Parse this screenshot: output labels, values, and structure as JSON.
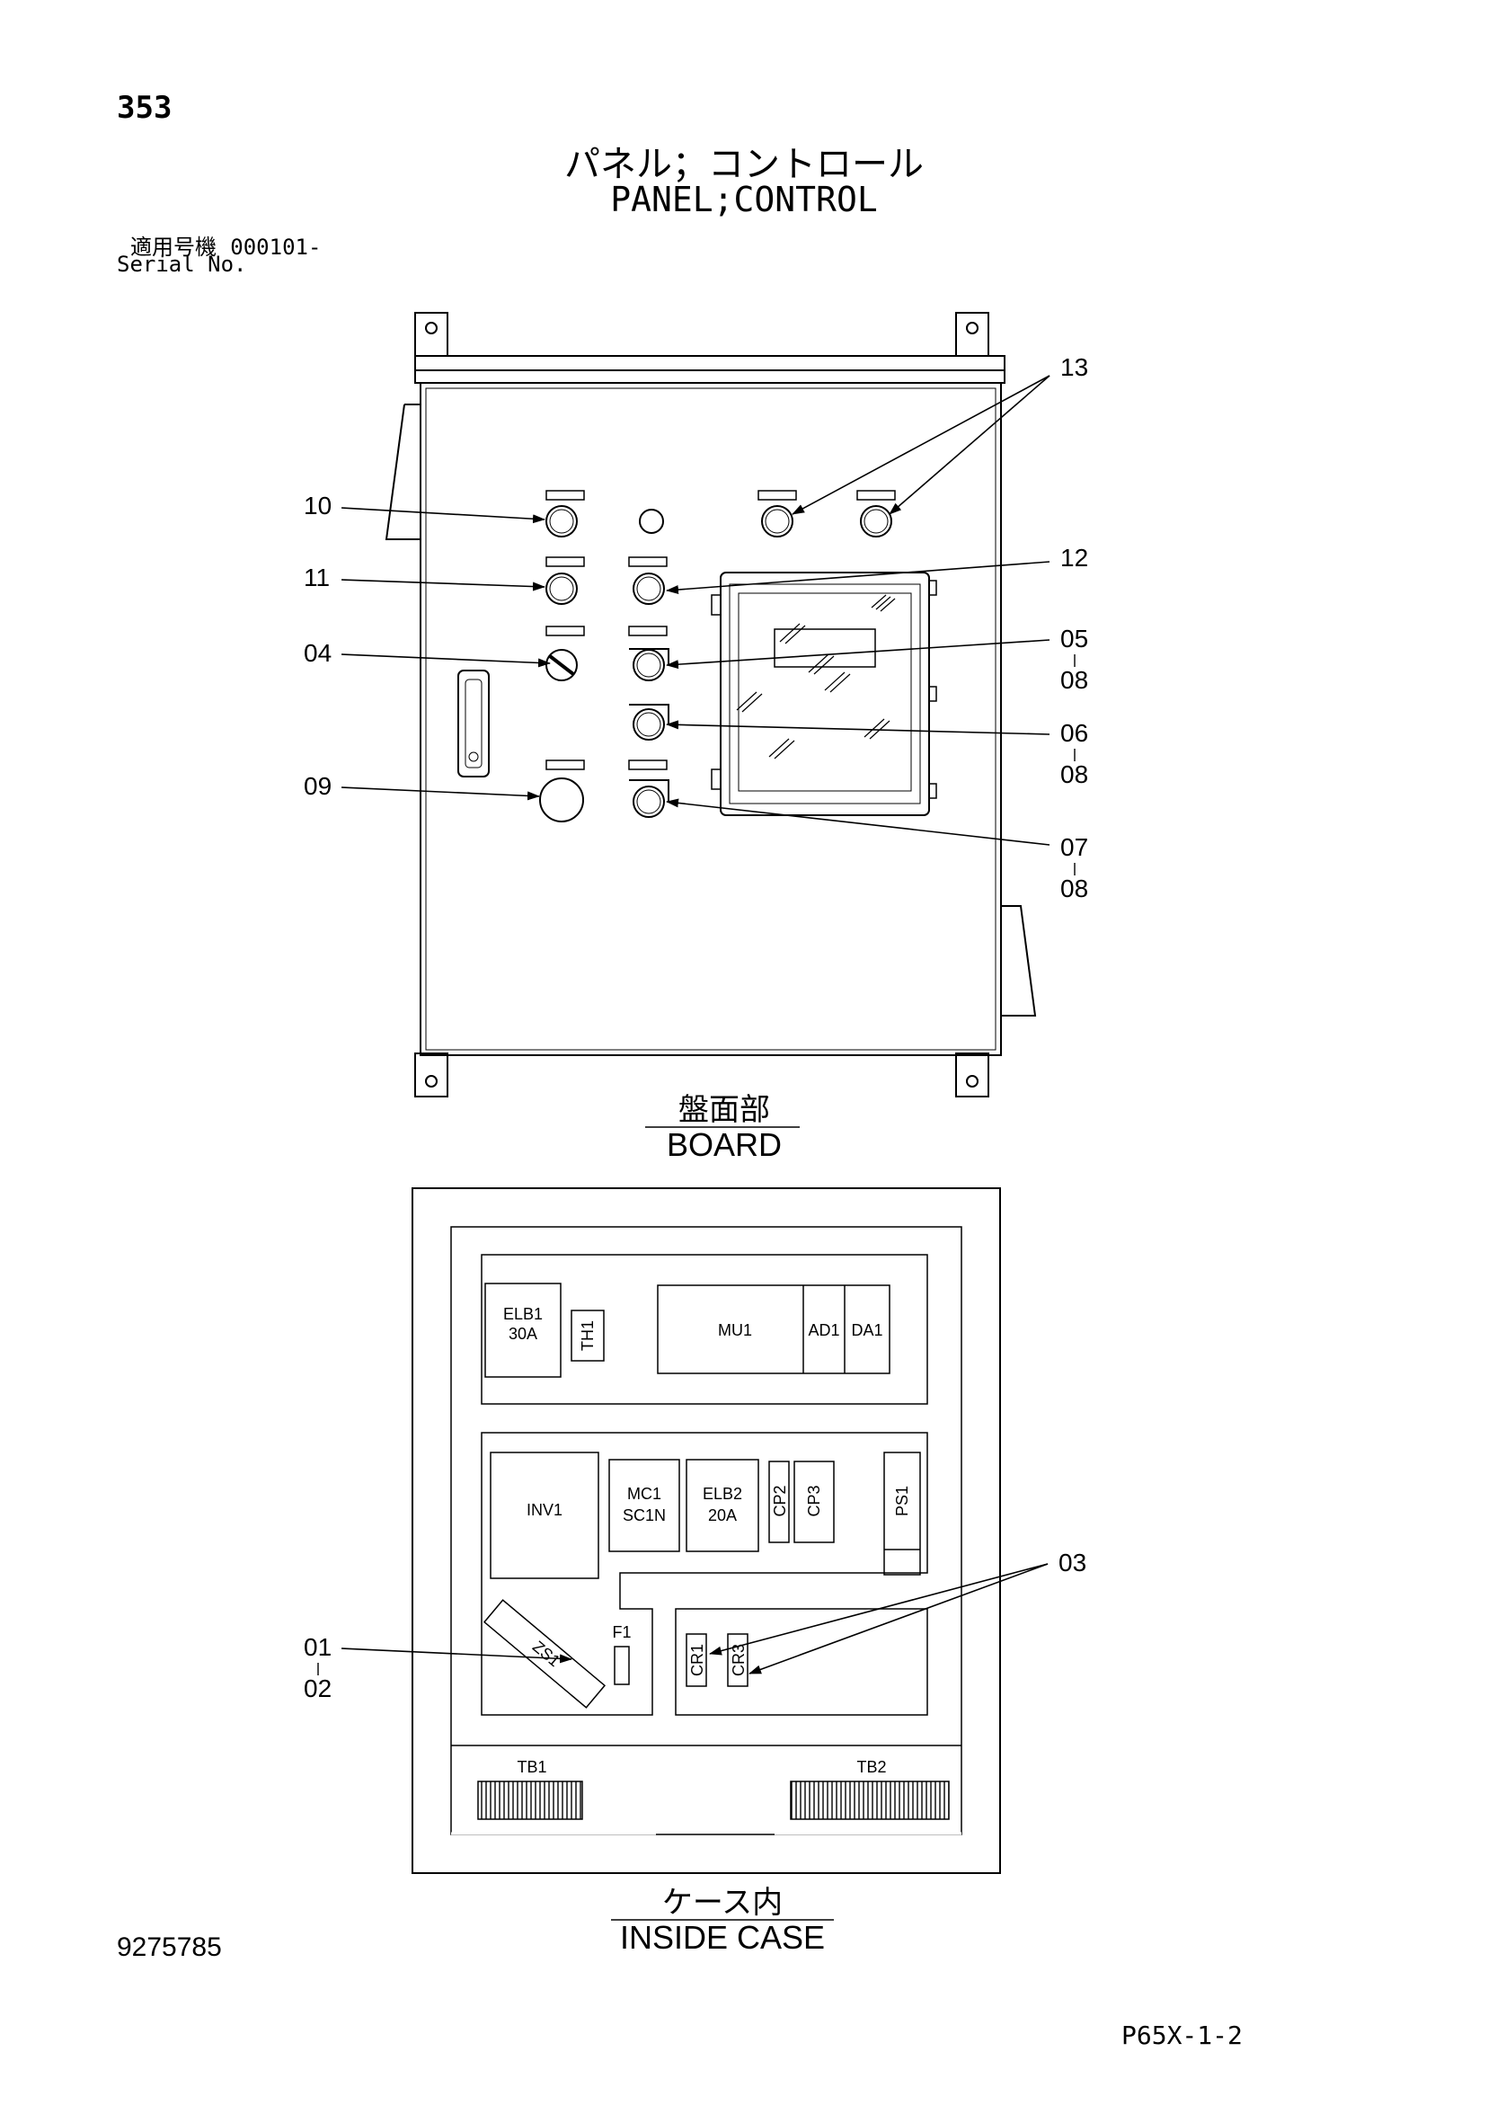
{
  "header": {
    "page_number": "353",
    "title_jp": "パネル；コントロール",
    "title_en": "PANEL;CONTROL",
    "serial_label_jp": "適用号機",
    "serial_value": "000101-",
    "serial_label_en": "Serial No."
  },
  "board": {
    "caption_jp": "盤面部",
    "caption_en": "BOARD",
    "callouts": [
      "13",
      "10",
      "12",
      "11",
      "04",
      "05",
      "08",
      "06",
      "08",
      "09",
      "07",
      "08"
    ]
  },
  "inside_case": {
    "caption_jp": "ケース内",
    "caption_en": "INSIDE CASE",
    "components": {
      "elb1_line1": "ELB1",
      "elb1_line2": "30A",
      "th1": "TH1",
      "mu1": "MU1",
      "ad1": "AD1",
      "da1": "DA1",
      "inv1": "INV1",
      "mc1_line1": "MC1",
      "mc1_line2": "SC1N",
      "elb2_line1": "ELB2",
      "elb2_line2": "20A",
      "cp2": "CP2",
      "cp3": "CP3",
      "ps1": "PS1",
      "f1": "F1",
      "zs1": "ZS1",
      "cr1": "CR1",
      "cr3": "CR3",
      "tb1": "TB1",
      "tb2": "TB2"
    },
    "callouts": [
      "03",
      "01",
      "02"
    ]
  },
  "footer": {
    "doc_number": "9275785",
    "page_code": "P65X-1-2"
  },
  "colors": {
    "line": "#000000",
    "background": "#ffffff"
  }
}
